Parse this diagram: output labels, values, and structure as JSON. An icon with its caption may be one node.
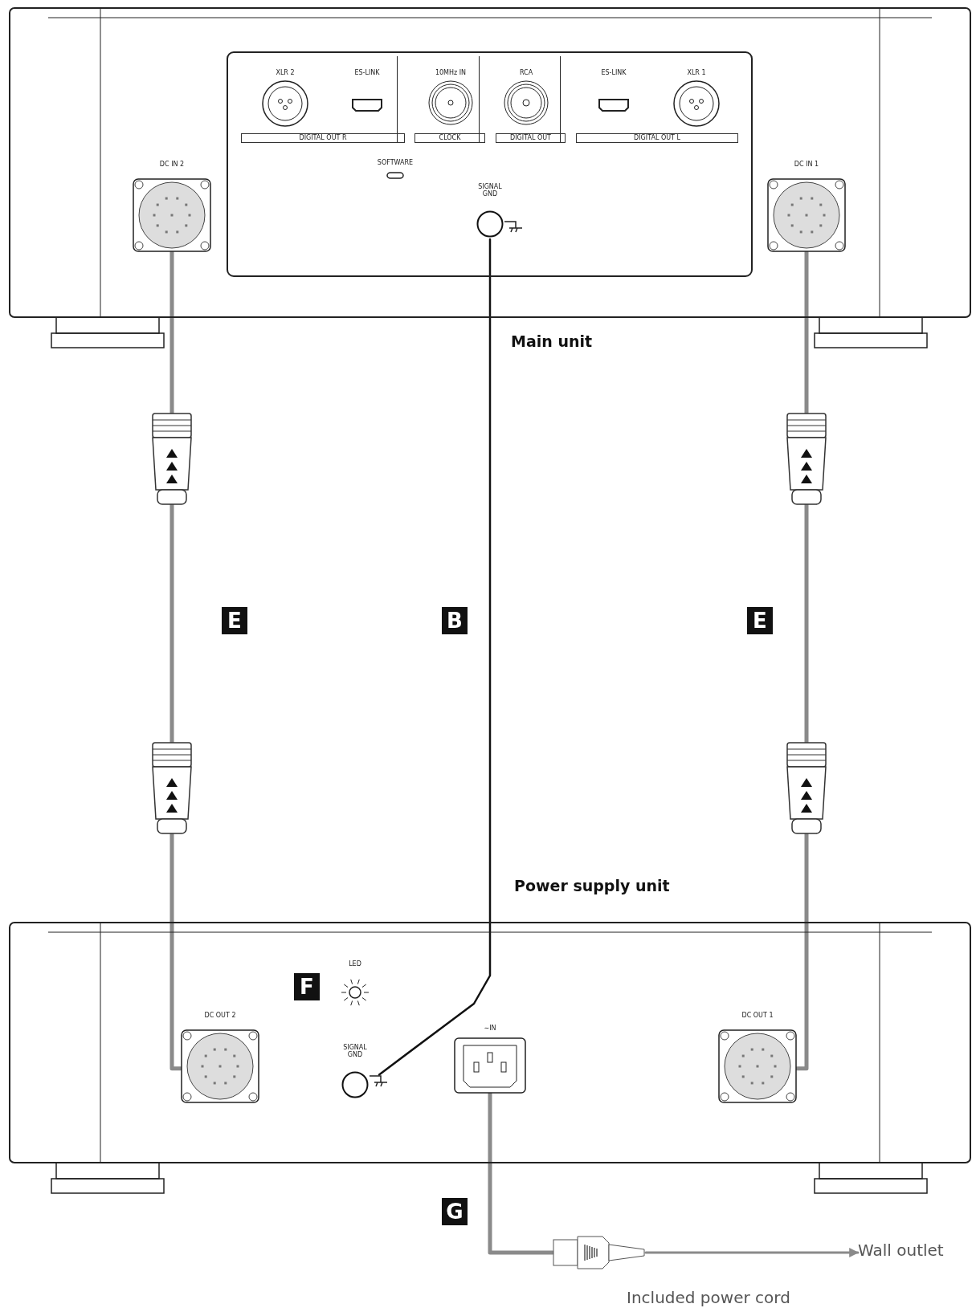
{
  "diagram": {
    "nodes": [
      {
        "text": [
          "Main unit"
        ]
      },
      {
        "text": [
          "XLR 2"
        ],
        "in": 0
      },
      {
        "text": [
          "ES-LINK"
        ],
        "in": 0
      },
      {
        "text": [
          "10MHz IN"
        ],
        "in": 0
      },
      {
        "text": [
          "RCA"
        ],
        "in": 0
      },
      {
        "text": [
          "ES-LINK"
        ],
        "in": 0
      },
      {
        "text": [
          "XLR 1"
        ],
        "in": 0
      },
      {
        "text": [
          "DIGITAL OUT R"
        ],
        "in": 0
      },
      {
        "text": [
          "CLOCK"
        ],
        "in": 0
      },
      {
        "text": [
          "DIGITAL OUT"
        ],
        "in": 0
      },
      {
        "text": [
          "DIGITAL OUT L"
        ],
        "in": 0
      },
      {
        "text": [
          "SOFTWARE"
        ],
        "in": 0
      },
      {
        "text": [
          "SIGNAL GND"
        ],
        "in": 0
      },
      {
        "text": [
          "DC IN 2"
        ],
        "in": 0
      },
      {
        "text": [
          "DC IN 1"
        ],
        "in": 0
      },
      {
        "text": [
          "Power supply unit"
        ]
      },
      {
        "text": [
          "LED"
        ],
        "in": 15
      },
      {
        "text": [
          "SIGNAL GND"
        ],
        "in": 15
      },
      {
        "text": [
          "∼IN"
        ],
        "in": 15
      },
      {
        "text": [
          "DC OUT 2"
        ],
        "in": 15
      },
      {
        "text": [
          "DC OUT 1"
        ],
        "in": 15
      },
      {
        "text": [],
        "shape": "plug",
        "beside": [
          "Included power cord"
        ]
      },
      {
        "text": [
          "Wall outlet"
        ]
      }
    ],
    "edges": [
      {
        "from": 19,
        "to": 13,
        "arrow": "to",
        "label": "E"
      },
      {
        "from": 20,
        "to": 14,
        "arrow": "to",
        "label": "E"
      },
      {
        "from": 12,
        "to": 17,
        "arrow": "none",
        "label": "B",
        "color": "#111111"
      },
      {
        "from": 18,
        "to": 21,
        "arrow": "none",
        "label": "G"
      },
      {
        "from": 21,
        "to": 22,
        "arrow": "to"
      }
    ],
    "labels": [
      "F"
    ]
  }
}
